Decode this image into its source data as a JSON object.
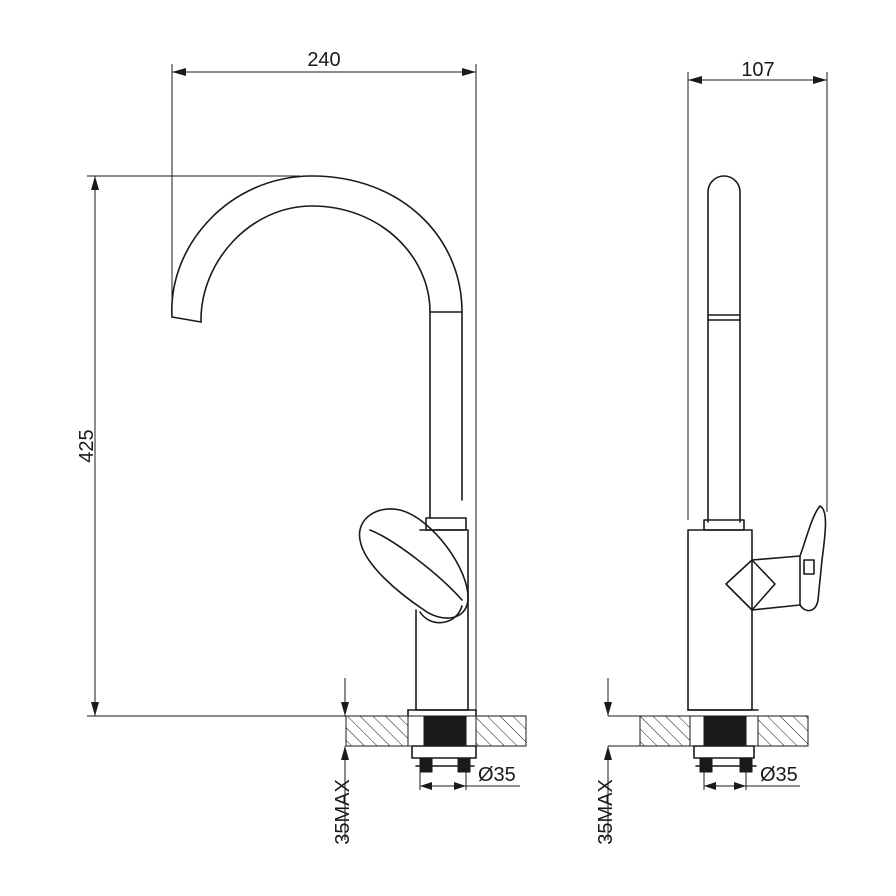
{
  "front_view": {
    "width_dim": "240",
    "height_dim": "425",
    "max_thickness_dim": "35MAX",
    "hole_dim": "Ø35"
  },
  "side_view": {
    "depth_dim": "107",
    "max_thickness_dim": "35MAX",
    "hole_dim": "Ø35"
  }
}
